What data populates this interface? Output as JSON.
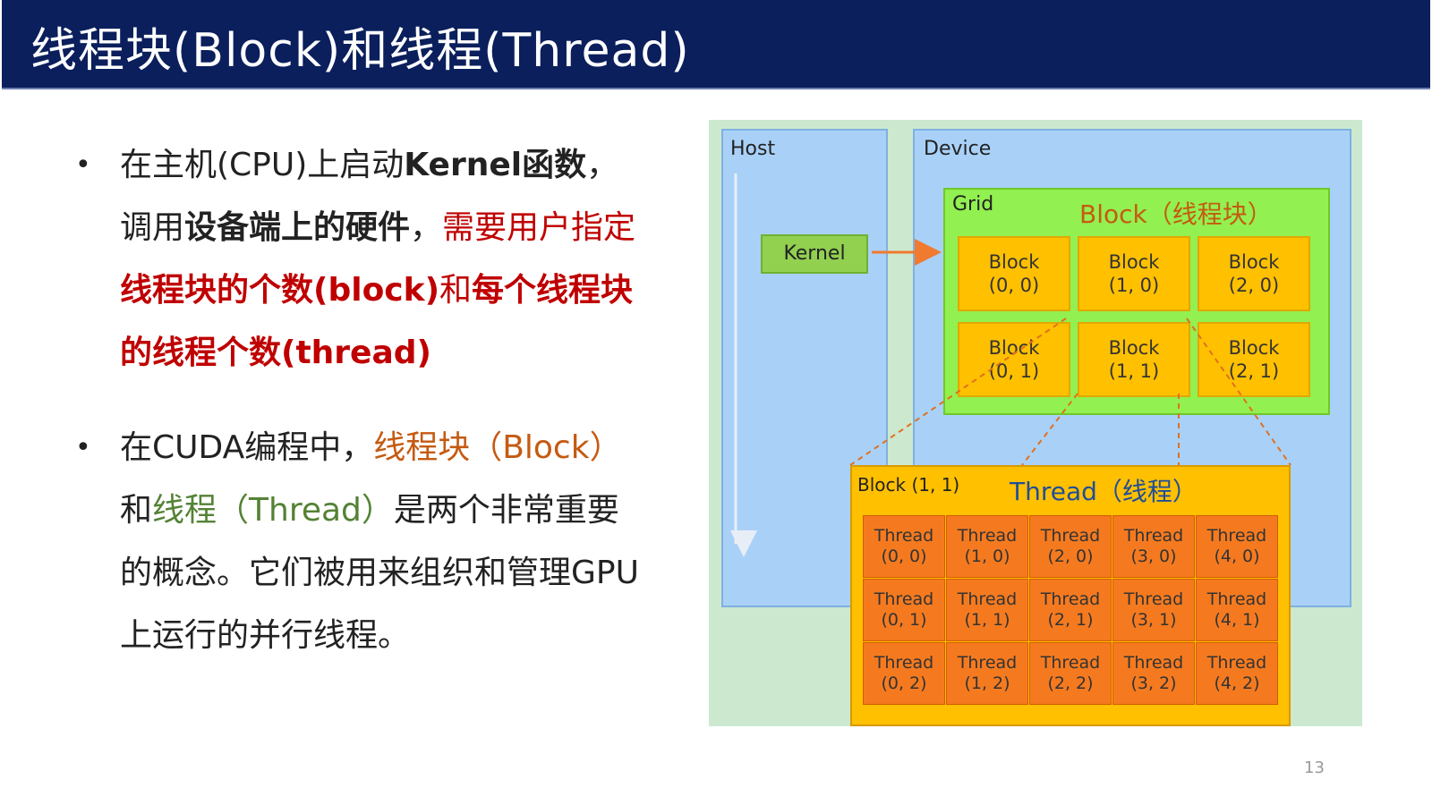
{
  "title": "线程块(Block)和线程(Thread)",
  "bullets": [
    {
      "segments": [
        {
          "text": "在主机(CPU)上启动",
          "style": ""
        },
        {
          "text": "Kernel函数",
          "style": "bold"
        },
        {
          "text": "，调用",
          "style": ""
        },
        {
          "text": "设备端上的硬件",
          "style": "bold"
        },
        {
          "text": "，",
          "style": ""
        },
        {
          "text": "需要用户指定",
          "style": "red"
        },
        {
          "text": "线程块的个数(block)",
          "style": "red bold"
        },
        {
          "text": "和",
          "style": "red"
        },
        {
          "text": "每个线程块的线程个数(thread)",
          "style": "red bold"
        }
      ]
    },
    {
      "segments": [
        {
          "text": "在CUDA编程中，",
          "style": ""
        },
        {
          "text": "线程块（Block）",
          "style": "orange"
        },
        {
          "text": "和",
          "style": ""
        },
        {
          "text": "线程（Thread）",
          "style": "green"
        },
        {
          "text": "是两个非常重要的概念。它们被用来组织和管理GPU上运行的并行线程。",
          "style": ""
        }
      ]
    }
  ],
  "bullet_symbol": "•",
  "page_number": "13",
  "diagram": {
    "host_label": "Host",
    "device_label": "Device",
    "kernel_label": "Kernel",
    "grid_label": "Grid",
    "grid_title": "Block（线程块）",
    "blocks": [
      {
        "line1": "Block",
        "line2": "(0, 0)"
      },
      {
        "line1": "Block",
        "line2": "(1, 0)"
      },
      {
        "line1": "Block",
        "line2": "(2, 0)"
      },
      {
        "line1": "Block",
        "line2": "(0, 1)"
      },
      {
        "line1": "Block",
        "line2": "(1, 1)"
      },
      {
        "line1": "Block",
        "line2": "(2, 1)"
      }
    ],
    "expanded_block_label": "Block (1, 1)",
    "expanded_block_title": "Thread（线程）",
    "threads": [
      {
        "line1": "Thread",
        "line2": "(0, 0)"
      },
      {
        "line1": "Thread",
        "line2": "(1, 0)"
      },
      {
        "line1": "Thread",
        "line2": "(2, 0)"
      },
      {
        "line1": "Thread",
        "line2": "(3, 0)"
      },
      {
        "line1": "Thread",
        "line2": "(4, 0)"
      },
      {
        "line1": "Thread",
        "line2": "(0, 1)"
      },
      {
        "line1": "Thread",
        "line2": "(1, 1)"
      },
      {
        "line1": "Thread",
        "line2": "(2, 1)"
      },
      {
        "line1": "Thread",
        "line2": "(3, 1)"
      },
      {
        "line1": "Thread",
        "line2": "(4, 1)"
      },
      {
        "line1": "Thread",
        "line2": "(0, 2)"
      },
      {
        "line1": "Thread",
        "line2": "(1, 2)"
      },
      {
        "line1": "Thread",
        "line2": "(2, 2)"
      },
      {
        "line1": "Thread",
        "line2": "(3, 2)"
      },
      {
        "line1": "Thread",
        "line2": "(4, 2)"
      }
    ],
    "colors": {
      "title_bar": "#0a1f5c",
      "background": "#cce9cf",
      "host_device": "#a9d1f7",
      "kernel": "#92d050",
      "grid": "#92f050",
      "block": "#ffc000",
      "thread": "#f57a1f",
      "arrow": "#f07a30",
      "grid_title_color": "#c55a11",
      "thread_title_color": "#1f4e99"
    }
  }
}
